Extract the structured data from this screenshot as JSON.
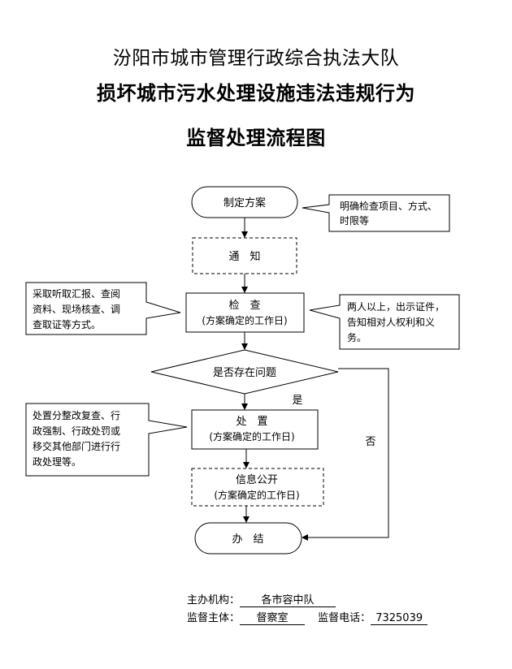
{
  "header": {
    "org": "汾阳市城市管理行政综合执法大队",
    "title_line1": "损坏城市污水处理设施违法违规行为",
    "title_line2": "监督处理流程图"
  },
  "flow": {
    "start": "制定方案",
    "notify": "通　知",
    "inspect": "检　查",
    "inspect_sub": "(方案确定的工作日)",
    "decision": "是否存在问题",
    "yes_label": "是",
    "no_label": "否",
    "handle": "处　置",
    "handle_sub": "(方案确定的工作日)",
    "publish": "信息公开",
    "publish_sub": "(方案确定的工作日)",
    "end": "办　结"
  },
  "notes": {
    "start_note": [
      "明确检查项目、方式、",
      "时限等"
    ],
    "inspect_left": [
      "采取听取汇报、查阅",
      "资料、现场核查、调",
      "查取证等方式。"
    ],
    "inspect_right": [
      "两人以上，出示证件，",
      "告知相对人权利和义",
      "务。"
    ],
    "handle_left": [
      "处置分整改复查、行",
      "政强制、行政处罚或",
      "移交其他部门进行行",
      "政处理等。"
    ]
  },
  "footer": {
    "host_label": "主办机构：",
    "host_value": "各市容中队",
    "supervisor_label": "监督主体：",
    "supervisor_value": "督察室",
    "phone_label": "监督电话：",
    "phone_value": "7325039"
  }
}
